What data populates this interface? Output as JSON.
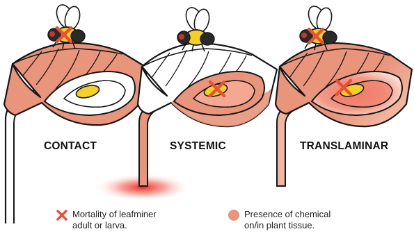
{
  "colors": {
    "leaf_fill": "#e8957c",
    "leaf_light": "#f6c9b7",
    "outline": "#161616",
    "larva": "#f4d027",
    "x_mark": "#e8503a",
    "soil_glow": "#ee2a2a",
    "fly_eye": "#c0392b"
  },
  "panels": [
    {
      "label": "CONTACT",
      "leaf_treated": true,
      "stem_treated": false,
      "mine_treated": false,
      "adult_killed": true,
      "larva_killed": false,
      "soil_treatment": false
    },
    {
      "label": "SYSTEMIC",
      "leaf_treated": false,
      "stem_treated": true,
      "mine_treated": true,
      "adult_killed": false,
      "larva_killed": true,
      "soil_treatment": true
    },
    {
      "label": "TRANSLAMINAR",
      "leaf_treated": true,
      "stem_treated": true,
      "mine_treated": true,
      "adult_killed": true,
      "larva_killed": true,
      "soil_treatment": false
    }
  ],
  "legend": {
    "mortality": {
      "icon": "red-x-icon",
      "line1": "Mortality of leafminer",
      "line2": "adult or larva."
    },
    "presence": {
      "icon": "salmon-dot-icon",
      "line1": "Presence of chemical",
      "line2": "on/in plant tissue."
    }
  }
}
